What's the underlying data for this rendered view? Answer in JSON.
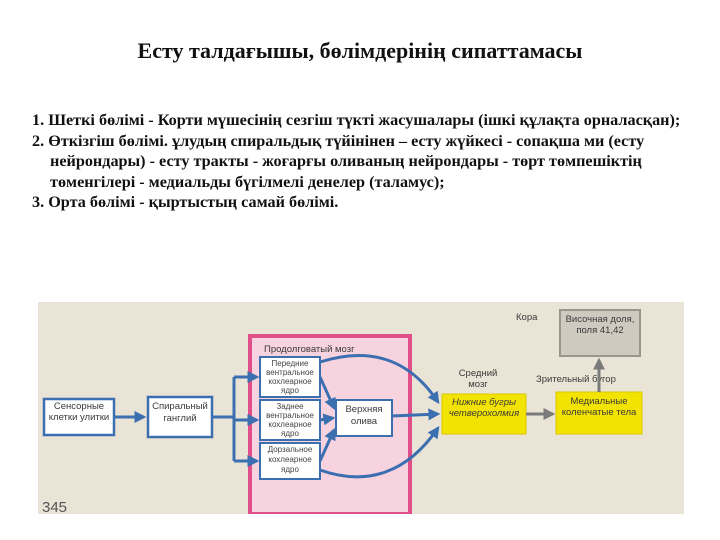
{
  "slide": {
    "title": "Есту талдағышы, бөлімдерінің сипаттамасы",
    "paragraphs": [
      "1. Шеткі бөлімі - Корти мүшесінің сезгіш түкті жасушалары (ішкі құлақта орналасқан);",
      "2. Өткізгіш бөлімі. ұлудың спиральдық түйінінен – есту жүйкесі - сопақша ми (есту нейрондары) - есту тракты - жоғарғы оливаның нейрондары - төрт төмпешіктің төменгілері - медиальды бүгілмелі денелер (таламус);",
      "3. Орта бөлімі - қыртыстың самай бөлімі."
    ]
  },
  "figure": {
    "cochlea": "Сенсорные клетки улитки",
    "spiral": "Спиральный ганглий",
    "medulla_title": "Продолговатый мозг",
    "nucleus_1": "Передние вентральное кохлеарное ядро",
    "nucleus_2": "Заднее вентральное кохлеарное ядро",
    "nucleus_3": "Дорзальное кохлеарное ядро",
    "olive": "Верхняя олива",
    "midbrain": "Средний мозг",
    "colliculi": "Нижние бугры четверохолмия",
    "thalamus": "Зрительный бугор",
    "geniculate": "Медиальные коленчатые тела",
    "cortex": "Кора",
    "temporal": "Височная доля, поля 41,42",
    "page_number": "345",
    "colors": {
      "blue": "#3c6fb0",
      "pink": "#e04f8a",
      "yellow": "#f3e300",
      "gray": "#7b7b7b"
    }
  }
}
